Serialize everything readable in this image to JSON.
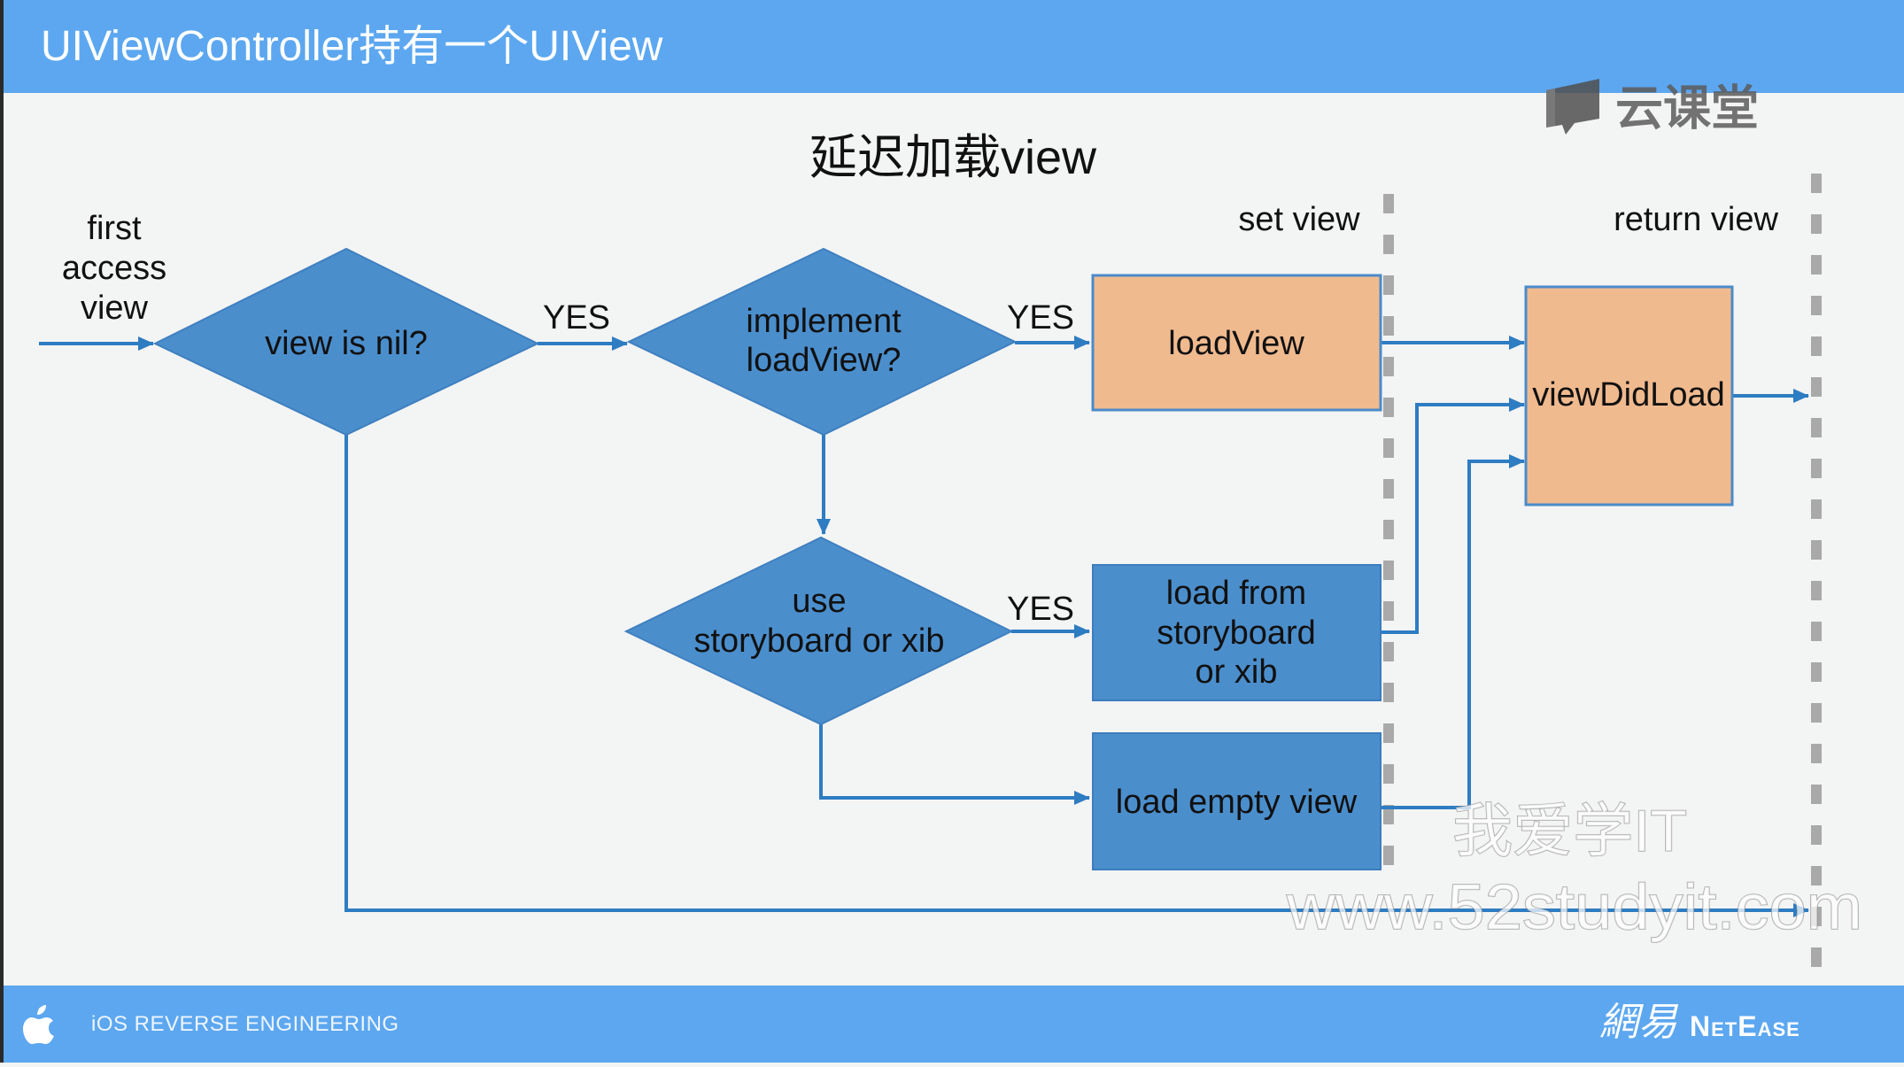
{
  "header": {
    "title": "UIViewController持有一个UIView"
  },
  "logo": {
    "icon": "cloud-classroom-logo-icon",
    "text": "云课堂"
  },
  "diagram": {
    "title": "延迟加载view",
    "entry_label": [
      "first",
      "access",
      "view"
    ],
    "view_is_nil": "view is nil?",
    "implement_loadview": [
      "implement",
      "loadView?"
    ],
    "use_storyboard_or_xib": [
      "use",
      "storyboard or xib"
    ],
    "load_view": "loadView",
    "load_from_storyboard": [
      "load from",
      "storyboard",
      "or xib"
    ],
    "load_empty_view": "load empty view",
    "view_did_load": "viewDidLoad",
    "yes_labels": [
      "YES",
      "YES",
      "YES"
    ],
    "set_view": "set view",
    "return_view": "return view"
  },
  "watermark": {
    "line1": "我爱学IT",
    "line2": "www.52studyit.com"
  },
  "footer": {
    "logo_icon": "apple-icon",
    "course": "iOS REVERSE ENGINEERING",
    "brand_cn": "網易",
    "brand_en": "NetEase"
  },
  "colors": {
    "bar": "#5ca7f0",
    "body": "#f3f4f4",
    "decision": "#4b8ecc",
    "process_blue": "#4b8ecc",
    "process_peach": "#f0ba8f",
    "arrow": "#2e7cc2",
    "divider": "#a9a9a9"
  }
}
